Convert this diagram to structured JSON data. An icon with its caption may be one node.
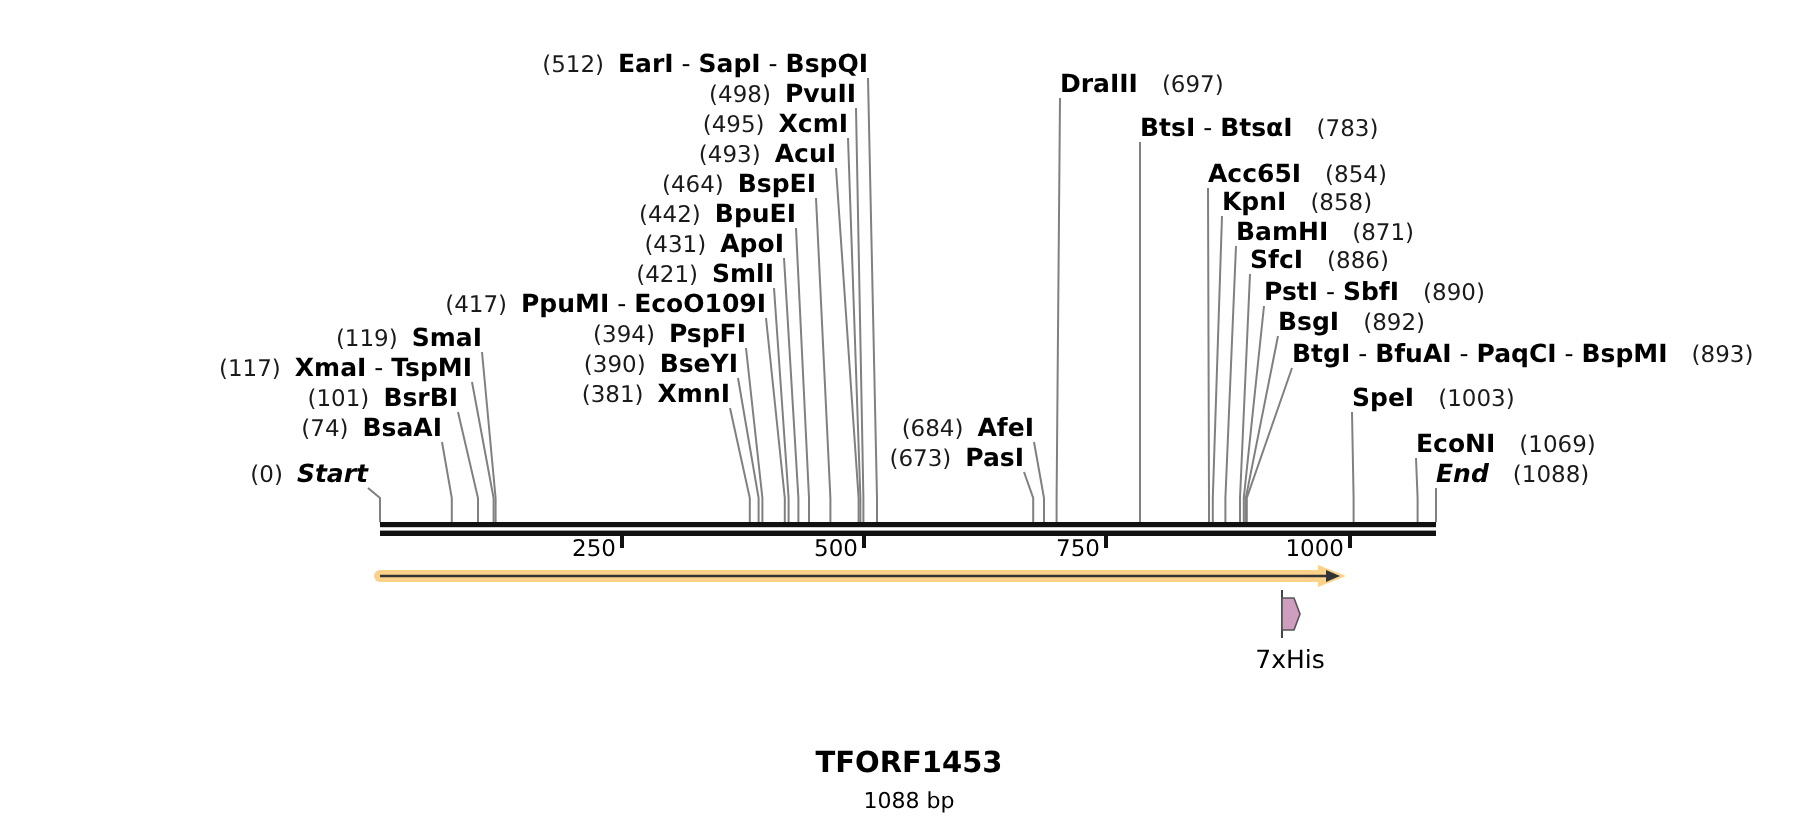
{
  "diagram": {
    "title": "TFORF1453",
    "caption": "1088 bp",
    "nodes": [
      {
        "text": [
          "(0)",
          "Start"
        ]
      },
      {
        "text": [
          "(74)",
          "BsaAI"
        ]
      },
      {
        "text": [
          "(101)",
          "BsrBI"
        ]
      },
      {
        "text": [
          "(117)",
          "**XmaI** - **TspMI**"
        ]
      },
      {
        "text": [
          "(119)",
          "SmaI"
        ]
      },
      {
        "text": [
          "(381)",
          "XmnI"
        ]
      },
      {
        "text": [
          "(390)",
          "BseYI"
        ]
      },
      {
        "text": [
          "(394)",
          "PspFI"
        ]
      },
      {
        "text": [
          "(417)",
          "**PpuMI** - **EcoO109I**"
        ]
      },
      {
        "text": [
          "(421)",
          "SmlI"
        ]
      },
      {
        "text": [
          "(431)",
          "ApoI"
        ]
      },
      {
        "text": [
          "(442)",
          "BpuEI"
        ]
      },
      {
        "text": [
          "(464)",
          "BspEI"
        ]
      },
      {
        "text": [
          "(493)",
          "AcuI"
        ]
      },
      {
        "text": [
          "(495)",
          "XcmI"
        ]
      },
      {
        "text": [
          "(498)",
          "PvuII"
        ]
      },
      {
        "text": [
          "(512)",
          "**EarI** - **SapI** - **BspQI**"
        ]
      },
      {
        "text": [
          "(673)",
          "PasI"
        ]
      },
      {
        "text": [
          "(684)",
          "AfeI"
        ]
      },
      {
        "text": [
          "DraIII",
          "(697)"
        ]
      },
      {
        "text": [
          "**BtsI** - **BtsαI**",
          "(783)"
        ]
      },
      {
        "text": [
          "Acc65I",
          "(854)"
        ]
      },
      {
        "text": [
          "KpnI",
          "(858)"
        ]
      },
      {
        "text": [
          "BamHI",
          "(871)"
        ]
      },
      {
        "text": [
          "SfcI",
          "(886)"
        ]
      },
      {
        "text": [
          "**PstI** - **SbfI**",
          "(890)"
        ]
      },
      {
        "text": [
          "BsgI",
          "(892)"
        ]
      },
      {
        "text": [
          "**BtgI** - **BfuAI** - **PaqCI** - **BspMI**",
          "(893)"
        ]
      },
      {
        "text": [
          "SpeI",
          "(1003)"
        ]
      },
      {
        "text": [
          "EcoNI",
          "(1069)"
        ]
      },
      {
        "text": [
          "End",
          "(1088)"
        ]
      },
      {
        "text": [],
        "shape": "bar"
      },
      {
        "text": [
          "7xHis"
        ]
      }
    ],
    "edges": [
      {
        "from": 0,
        "to": 31,
        "arrow": "none"
      },
      {
        "from": 1,
        "to": 31,
        "arrow": "none"
      },
      {
        "from": 2,
        "to": 31,
        "arrow": "none"
      },
      {
        "from": 3,
        "to": 31,
        "arrow": "none"
      },
      {
        "from": 4,
        "to": 31,
        "arrow": "none"
      },
      {
        "from": 5,
        "to": 31,
        "arrow": "none"
      },
      {
        "from": 6,
        "to": 31,
        "arrow": "none"
      },
      {
        "from": 7,
        "to": 31,
        "arrow": "none"
      },
      {
        "from": 8,
        "to": 31,
        "arrow": "none"
      },
      {
        "from": 9,
        "to": 31,
        "arrow": "none"
      },
      {
        "from": 10,
        "to": 31,
        "arrow": "none"
      },
      {
        "from": 11,
        "to": 31,
        "arrow": "none"
      },
      {
        "from": 12,
        "to": 31,
        "arrow": "none"
      },
      {
        "from": 13,
        "to": 31,
        "arrow": "none"
      },
      {
        "from": 14,
        "to": 31,
        "arrow": "none"
      },
      {
        "from": 15,
        "to": 31,
        "arrow": "none"
      },
      {
        "from": 16,
        "to": 31,
        "arrow": "none"
      },
      {
        "from": 17,
        "to": 31,
        "arrow": "none"
      },
      {
        "from": 18,
        "to": 31,
        "arrow": "none"
      },
      {
        "from": 19,
        "to": 31,
        "arrow": "none"
      },
      {
        "from": 20,
        "to": 31,
        "arrow": "none"
      },
      {
        "from": 21,
        "to": 31,
        "arrow": "none"
      },
      {
        "from": 22,
        "to": 31,
        "arrow": "none"
      },
      {
        "from": 23,
        "to": 31,
        "arrow": "none"
      },
      {
        "from": 24,
        "to": 31,
        "arrow": "none"
      },
      {
        "from": 25,
        "to": 31,
        "arrow": "none"
      },
      {
        "from": 26,
        "to": 31,
        "arrow": "none"
      },
      {
        "from": 27,
        "to": 31,
        "arrow": "none"
      },
      {
        "from": 28,
        "to": 31,
        "arrow": "none"
      },
      {
        "from": 29,
        "to": 31,
        "arrow": "none"
      },
      {
        "from": 30,
        "to": 31,
        "arrow": "none"
      }
    ],
    "labels": [
      "250",
      "500",
      "750",
      "1000"
    ]
  }
}
